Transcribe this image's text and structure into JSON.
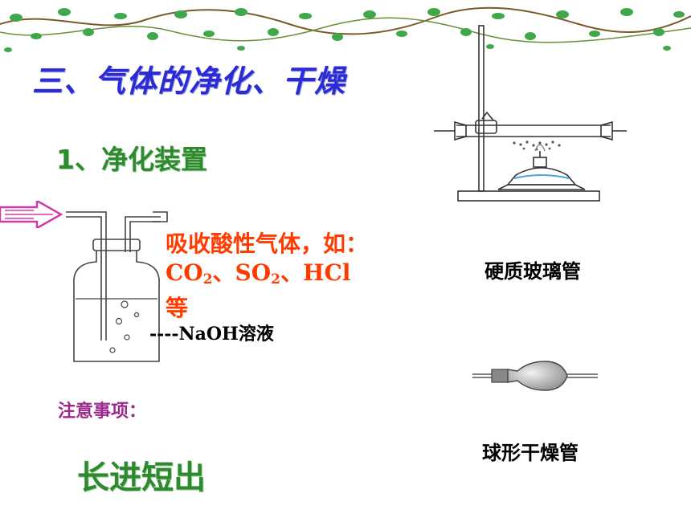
{
  "slide": {
    "title": "三、气体的净化、干燥",
    "subtitle": "1、净化装置",
    "absorb_line1": "吸收酸性气体，如：",
    "absorb_co": "CO",
    "absorb_sub2a": "2",
    "absorb_sep1": "、SO",
    "absorb_sub2b": "2",
    "absorb_sep2": "、HCl",
    "absorb_line3": "等",
    "naoh_label": "----NaOH溶液",
    "note_title": "注意事项：",
    "note_text": "长进短出",
    "tube_label": "硬质玻璃管",
    "bulb_label": "球形干燥管"
  },
  "colors": {
    "title": "#2b2bd6",
    "subtitle": "#2f8a2f",
    "absorb": "#ff3b00",
    "note_title": "#9a2a8e",
    "vine": "#3fa84a"
  }
}
